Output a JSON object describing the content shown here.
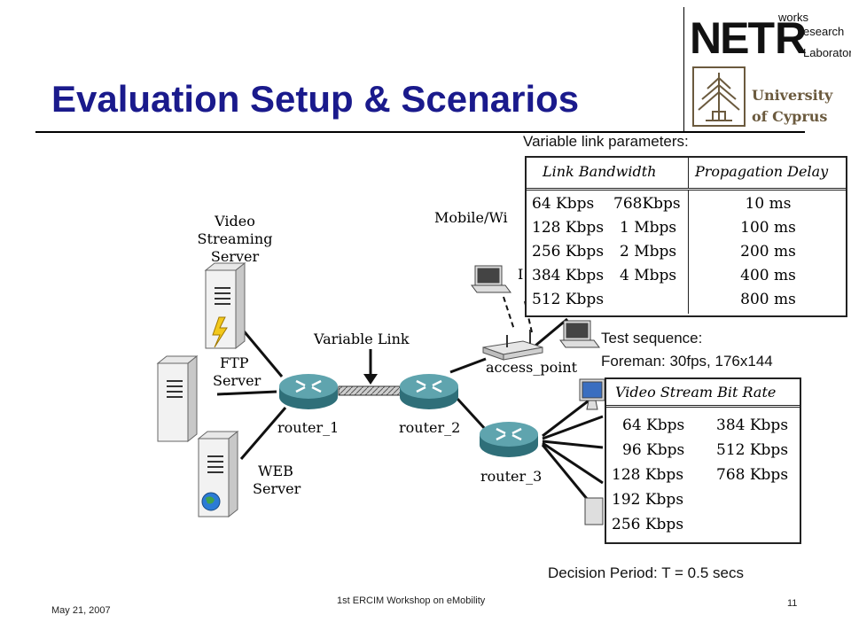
{
  "slide": {
    "title": "Evaluation Setup & Scenarios",
    "footer_date": "May 21, 2007",
    "footer_event": "1st ERCIM Workshop on eMobility",
    "page_number": "11"
  },
  "logos": {
    "net_big_1": "NET",
    "net_big_2": "R",
    "net_small_1": "works",
    "net_small_2": "esearch",
    "net_small_3": "Laboratory",
    "university_line1": "University",
    "university_line2": "of Cyprus"
  },
  "diagram": {
    "video_server_label": [
      "Video",
      "Streaming",
      "Server"
    ],
    "ftp_server_label": [
      "FTP",
      "Server"
    ],
    "web_server_label": [
      "WEB",
      "Server"
    ],
    "variable_link_label": "Variable Link",
    "router1": "router_1",
    "router2": "router_2",
    "router3": "router_3",
    "access_point": "access_point",
    "mobile_label": "Mobile/Wi"
  },
  "link_params": {
    "caption": "Variable link parameters:",
    "headers": [
      "Link Bandwidth",
      "Propagation Delay"
    ],
    "rows": [
      [
        "64 Kbps",
        "768Kbps",
        "10 ms"
      ],
      [
        "128 Kbps",
        "1 Mbps",
        "100 ms"
      ],
      [
        "256 Kbps",
        "2 Mbps",
        "200 ms"
      ],
      [
        "384 Kbps",
        "4 Mbps",
        "400 ms"
      ],
      [
        "512 Kbps",
        "",
        "800 ms"
      ]
    ]
  },
  "test_sequence": {
    "line1": "Test sequence:",
    "line2": "Foreman: 30fps, 176x144"
  },
  "bitrate": {
    "header": "Video Stream Bit Rate",
    "rows": [
      [
        "64 Kbps",
        "384 Kbps"
      ],
      [
        "96 Kbps",
        "512 Kbps"
      ],
      [
        "128 Kbps",
        "768 Kbps"
      ],
      [
        "192 Kbps",
        ""
      ],
      [
        "256 Kbps",
        ""
      ]
    ]
  },
  "decision_period": "Decision Period: T = 0.5 secs"
}
